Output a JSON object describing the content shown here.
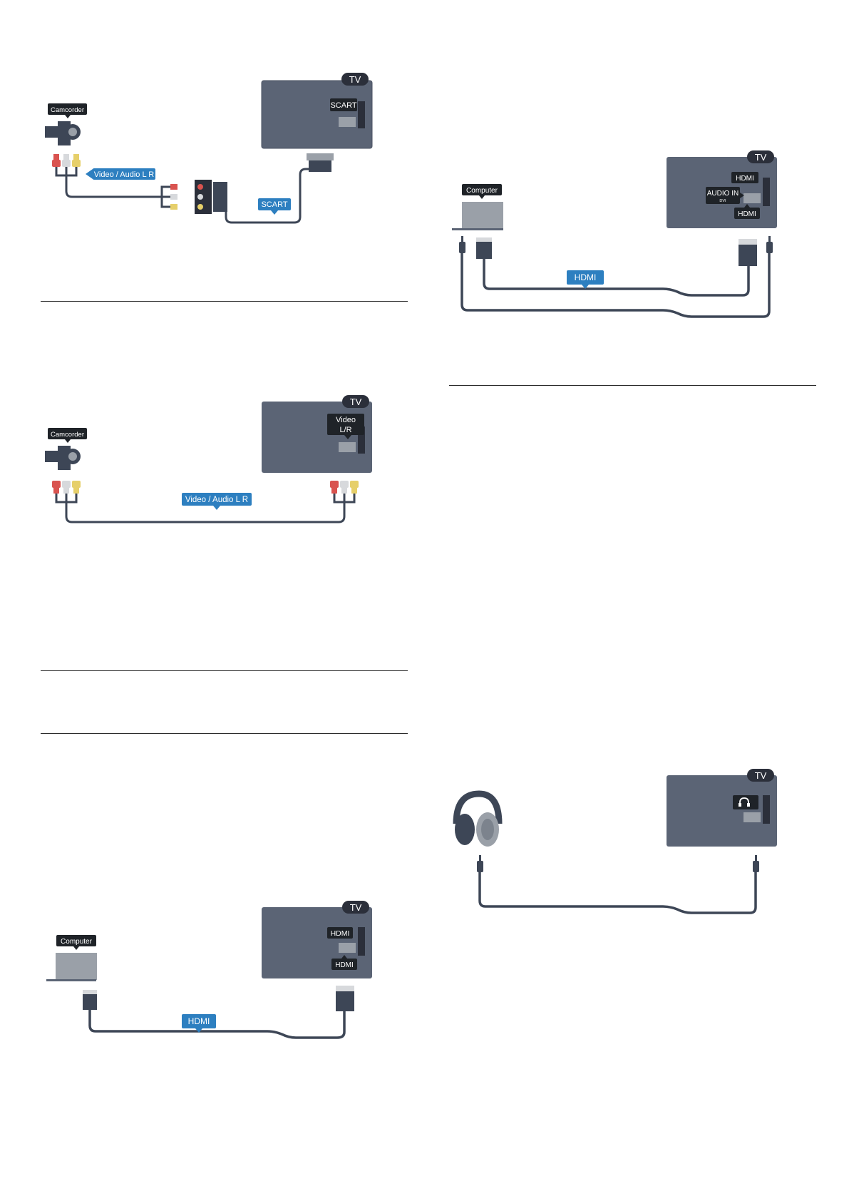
{
  "labels": {
    "tv": "TV",
    "camcorder": "Camcorder",
    "computer": "Computer",
    "scart": "SCART",
    "video_audio_lr": "Video / Audio L R",
    "video": "Video",
    "lr": "L/R",
    "hdmi": "HDMI",
    "audio_in": "AUDIO IN",
    "dvi": "DVI"
  },
  "colors": {
    "tv_body": "#5b6475",
    "tv_dark": "#2b2f3a",
    "cable": "#3d4656",
    "callout_blue": "#2d7fc0",
    "callout_dark": "#1f2328",
    "plug_red": "#d9534f",
    "plug_white": "#d7d9dc",
    "plug_yellow": "#e6cf6a",
    "device_gray": "#9aa0a8",
    "divider": "#2b2b2b"
  },
  "icons": {
    "headphones": "headphones-icon",
    "headphone_port": "headphone-port-icon"
  }
}
